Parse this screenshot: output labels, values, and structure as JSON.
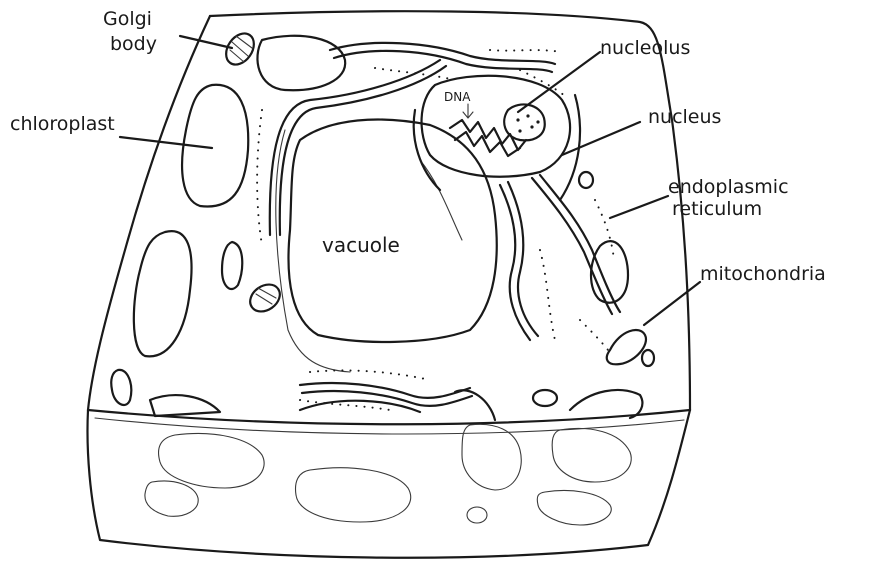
{
  "labels": {
    "golgi_line1": "Golgi",
    "golgi_line2": "body",
    "chloroplast": "chloroplast",
    "vacuole": "vacuole",
    "dna": "DNA",
    "nucleolus": "nucleolus",
    "nucleus": "nucleus",
    "er_line1": "endoplasmic",
    "er_line2": "reticulum",
    "mitochondria": "mitochondria"
  }
}
